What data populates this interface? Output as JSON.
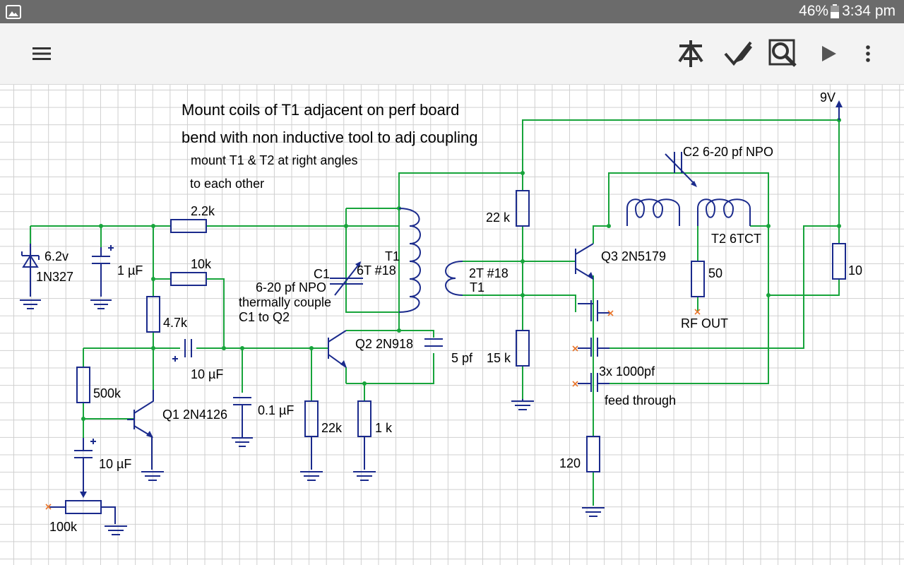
{
  "status_bar": {
    "battery": "46%",
    "time": "3:34 pm"
  },
  "toolbar": {
    "menu_icon": "hamburger-menu-icon",
    "actions": [
      "text-tool-icon",
      "edit-pen-icon",
      "zoom-fit-icon",
      "play-icon",
      "more-vert-icon"
    ]
  },
  "colors": {
    "wire": "#17a43b",
    "component": "#1a2a8c",
    "grid": "#cfcfcf",
    "marker": "#e8762d"
  },
  "notes": {
    "line1": "Mount coils of T1 adjacent on perf board",
    "line2": "bend with non inductive tool to adj coupling",
    "line3": "mount T1 & T2 at right angles",
    "line4": "to each other"
  },
  "labels": {
    "supply": "9V",
    "r_2_2k": "2.2k",
    "r_10k": "10k",
    "r_4_7k": "4.7k",
    "r_500k": "500k",
    "zener_v": "6.2v",
    "zener_part": "1N327",
    "c_1uf": "1 µF",
    "c_10uf_a": "10 µF",
    "c_10uf_b": "10 µF",
    "c_0_1uf": "0.1 µF",
    "pot_100k": "100k",
    "q1": "Q1 2N4126",
    "c1_name": "C1",
    "c1_desc1": "6-20 pf NPO",
    "c1_desc2": "thermally couple",
    "c1_desc3": "C1 to Q2",
    "t1_name": "T1",
    "t1_primary": "6T #18",
    "t1_secondary": "2T #18",
    "t1_secondary_name": "T1",
    "q2": "Q2 2N918",
    "c_5pf": "5 pf",
    "r_22k_a": "22k",
    "r_1k": "1 k",
    "r_22k_b": "22 k",
    "r_15k": "15 k",
    "q3": "Q3 2N5179",
    "c2": "C2 6-20 pf NPO",
    "t2": "T2 6TCT",
    "r_50": "50",
    "rf_out": "RF OUT",
    "feedthrough1": "3x 1000pf",
    "feedthrough2": "feed through",
    "r_120": "120",
    "r_10": "10"
  }
}
